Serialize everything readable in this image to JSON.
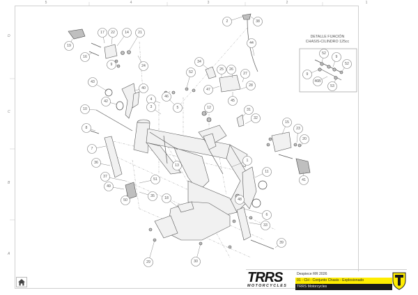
{
  "sheet": {
    "column_labels": [
      "5",
      "4",
      "3",
      "2",
      "1"
    ],
    "row_labels": [
      "D",
      "C",
      "B",
      "A"
    ]
  },
  "detail": {
    "title_line1": "DETALLE FIJACIÓN",
    "title_line2": "CHASIS-CILINDRO 125cc",
    "callouts": [
      "52",
      "9",
      "52",
      "9",
      "46B",
      "53"
    ]
  },
  "callouts": [
    {
      "id": "2"
    },
    {
      "id": "38"
    },
    {
      "id": "44"
    },
    {
      "id": "17"
    },
    {
      "id": "22"
    },
    {
      "id": "14"
    },
    {
      "id": "21"
    },
    {
      "id": "19"
    },
    {
      "id": "16"
    },
    {
      "id": "9"
    },
    {
      "id": "24"
    },
    {
      "id": "34"
    },
    {
      "id": "25"
    },
    {
      "id": "26"
    },
    {
      "id": "27"
    },
    {
      "id": "28"
    },
    {
      "id": "47"
    },
    {
      "id": "45"
    },
    {
      "id": "52"
    },
    {
      "id": "46"
    },
    {
      "id": "5"
    },
    {
      "id": "43"
    },
    {
      "id": "42"
    },
    {
      "id": "40"
    },
    {
      "id": "4"
    },
    {
      "id": "3"
    },
    {
      "id": "10"
    },
    {
      "id": "12"
    },
    {
      "id": "31"
    },
    {
      "id": "32"
    },
    {
      "id": "8"
    },
    {
      "id": "7"
    },
    {
      "id": "37"
    },
    {
      "id": "36"
    },
    {
      "id": "13"
    },
    {
      "id": "1"
    },
    {
      "id": "15"
    },
    {
      "id": "23"
    },
    {
      "id": "20"
    },
    {
      "id": "41"
    },
    {
      "id": "11"
    },
    {
      "id": "48"
    },
    {
      "id": "49"
    },
    {
      "id": "50"
    },
    {
      "id": "51"
    },
    {
      "id": "35"
    },
    {
      "id": "18"
    },
    {
      "id": "6"
    },
    {
      "id": "33"
    },
    {
      "id": "39"
    },
    {
      "id": "29"
    },
    {
      "id": "30"
    }
  ],
  "titleblock": {
    "brand": "TRRS",
    "brand_sub": "MOTORCYCLES",
    "row1": "Despiece RR 2026",
    "row2": "01 - CH - Conjunto Chasis - Explosionado",
    "row3": "TRRS Motorcycles",
    "colors": {
      "yellow": "#ffed00",
      "black": "#1a1a1a",
      "red": "#c8102e"
    }
  },
  "nav": {
    "home_icon": "home-icon"
  }
}
